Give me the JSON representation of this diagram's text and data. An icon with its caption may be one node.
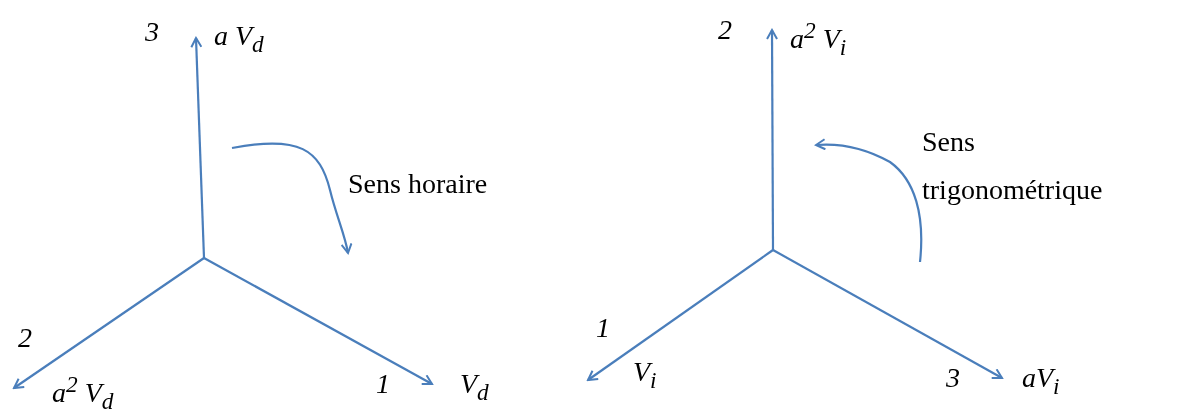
{
  "diagram": {
    "labels": [
      "3",
      "a V$_{d}$",
      "Sens horaire",
      "2",
      "a$^{2}$ V$_{d}$",
      "1",
      "V$_{d}$",
      "2",
      "a$^{2}$ V$_{i}$",
      "Sens trigonométrique",
      "1",
      "V$_{i}$",
      "3",
      "aV$_{i}$"
    ]
  }
}
